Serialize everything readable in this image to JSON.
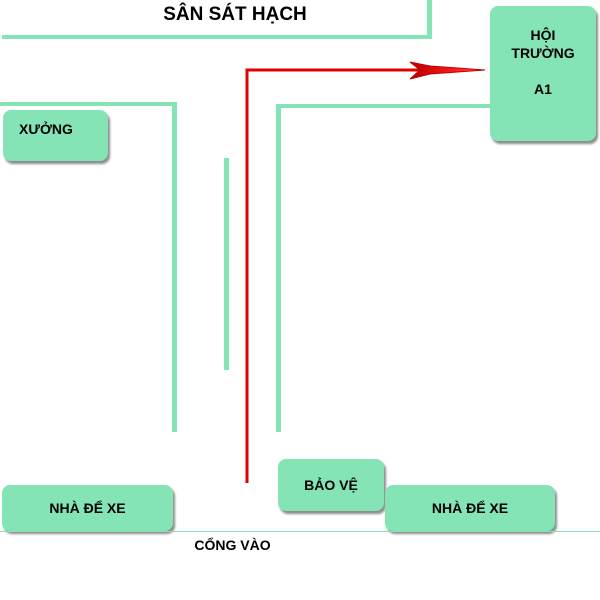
{
  "title": "SÂN SÁT HẠCH",
  "buildings": {
    "hoi_truong": [
      "HỘI",
      "TRƯỜNG",
      "A1"
    ],
    "xuong": "XƯỞNG",
    "bao_ve": "BẢO VỆ",
    "nha_de_xe_left": "NHÀ ĐỂ XE",
    "nha_de_xe_right": "NHÀ ĐỂ XE"
  },
  "gate_label": "CỔNG VÀO",
  "colors": {
    "road": "#84e4b6",
    "route_arrow": "#e00000"
  }
}
